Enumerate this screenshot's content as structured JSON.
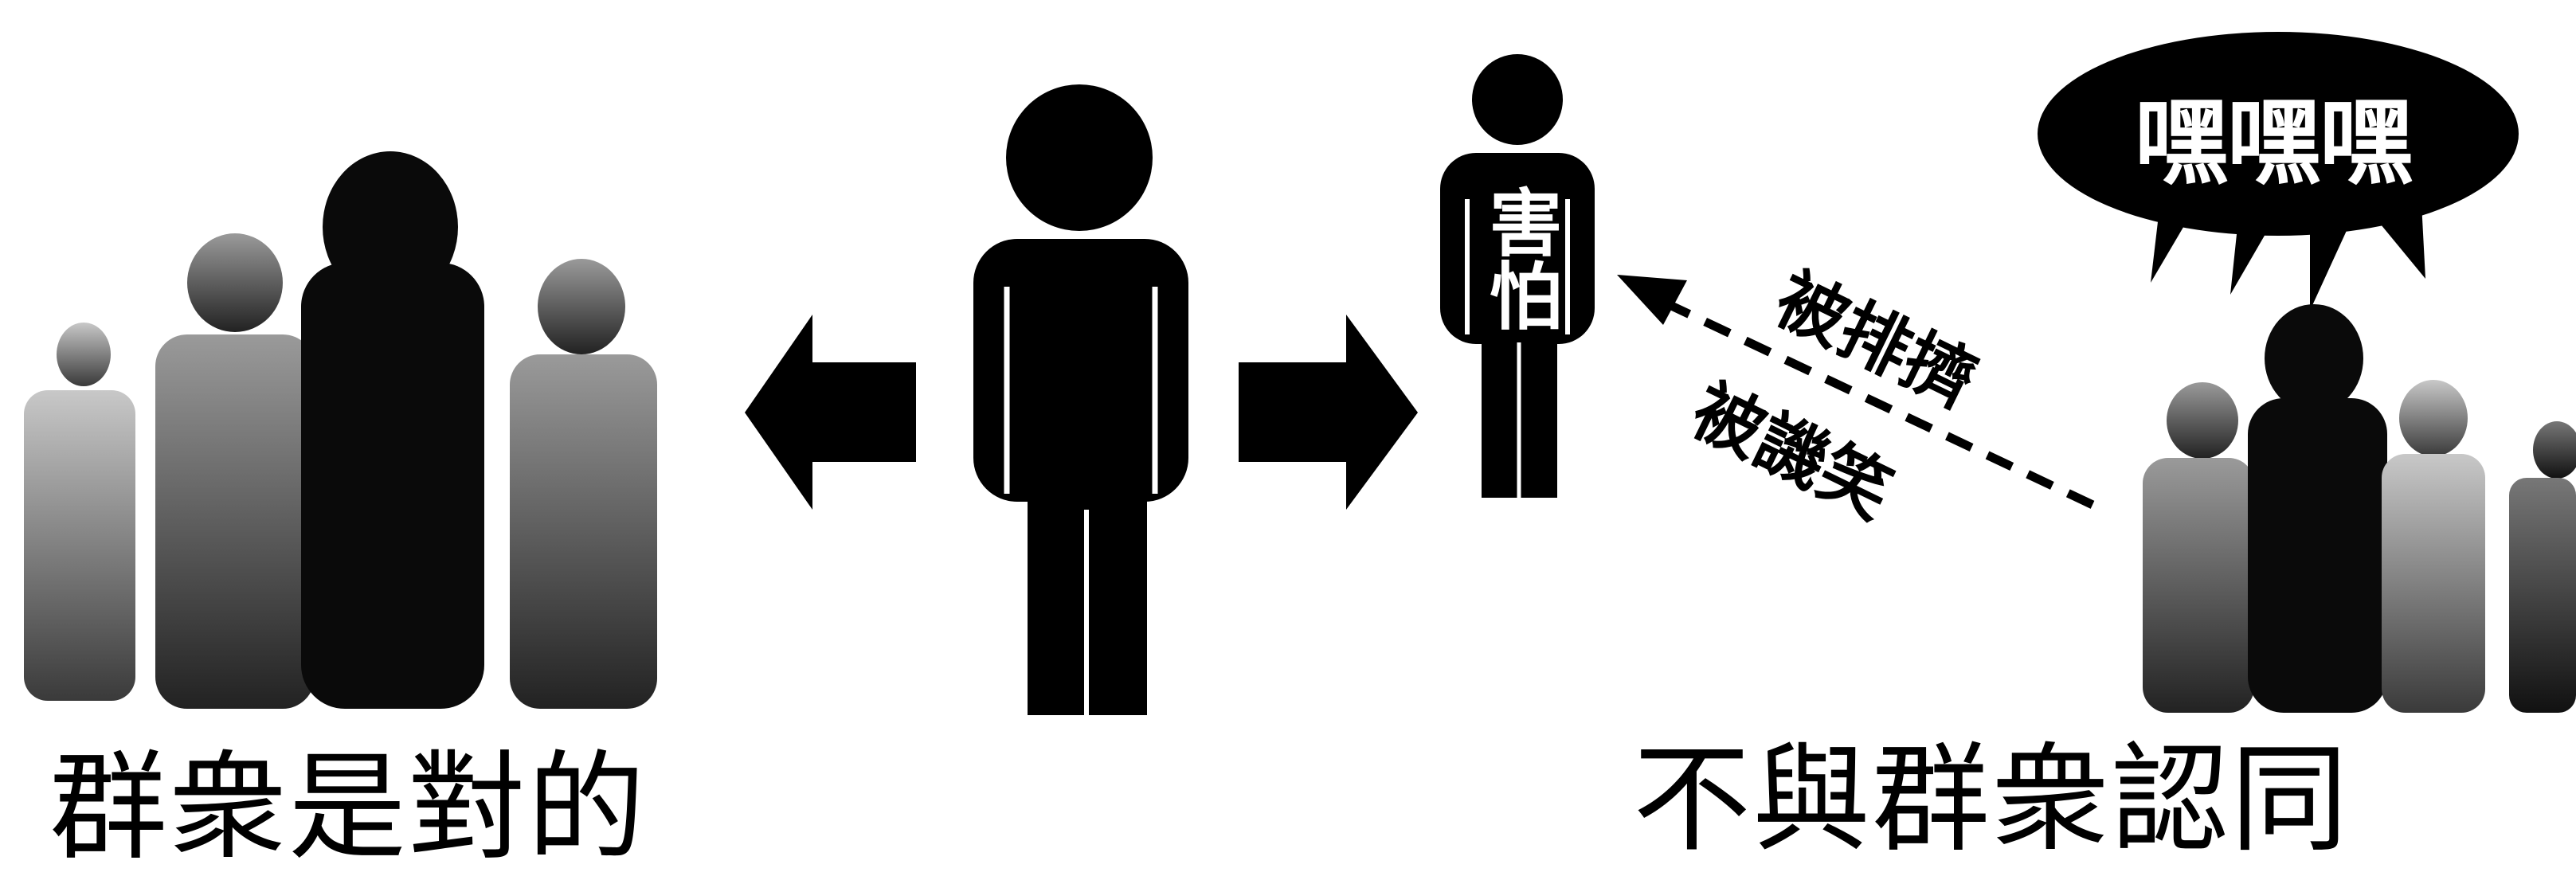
{
  "captions": {
    "left": "群衆是對的",
    "right": "不與群衆認同"
  },
  "labels": {
    "afraid": "害怕",
    "excluded": "被排擠",
    "ridiculed": "被譏笑",
    "bubble": "嘿嘿嘿"
  },
  "colors": {
    "ink": "#000000",
    "gray_dark": "#333333",
    "gray_mid": "#7a7a7a",
    "gray_light": "#b8b8b8",
    "background": "#ffffff"
  },
  "icons": [
    "person-icon",
    "left-arrow-icon",
    "right-arrow-icon",
    "speech-bubble-icon",
    "dashed-arrow-icon"
  ]
}
